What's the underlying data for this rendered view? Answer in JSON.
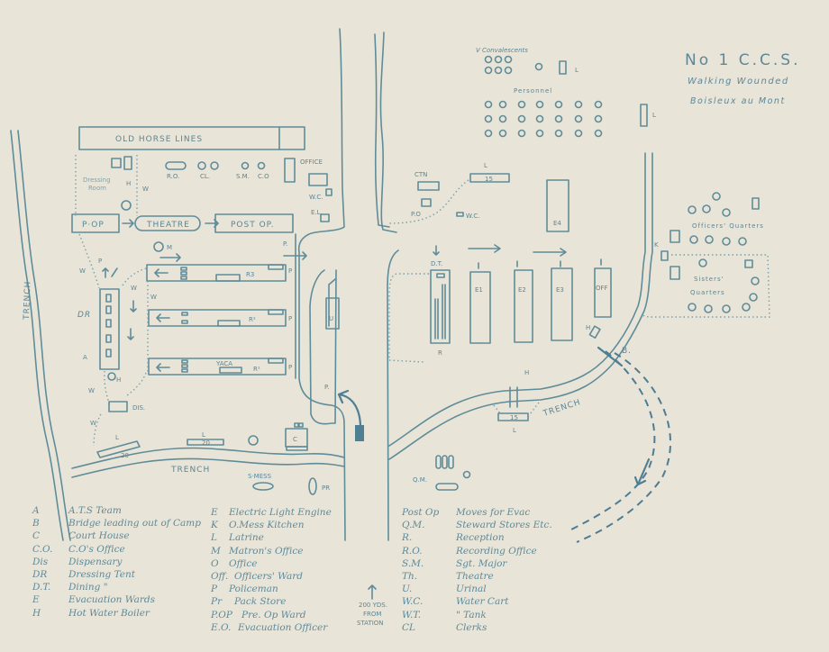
{
  "title": {
    "line1": "No 1 C.C.S.",
    "line2": "Walking Wounded",
    "line3": "Boisleux au Mont"
  },
  "colors": {
    "paper": "#e8e4d8",
    "ink": "#5f8c99",
    "ink_dark": "#4d7c93"
  },
  "map_labels": {
    "v_convalescents": "V Convalescents",
    "personnel": "Personnel",
    "officers_quarters": "Officers' Quarters",
    "sisters_quarters_1": "Sisters'",
    "sisters_quarters_2": "Quarters",
    "old_horse_lines": "OLD HORSE LINES",
    "theatre": "THEATRE",
    "post_op": "POST OP.",
    "pre_op": "P·OP",
    "dressing_room_1": "Dressing",
    "dressing_room_2": "Room",
    "h": "H",
    "w": "W",
    "ro": "R.O.",
    "cl": "CL.",
    "sm": "S.M.",
    "co": "C.O",
    "office": "OFFICE",
    "wc": "W.C.",
    "el": "E.L.",
    "m": "M",
    "p": "P",
    "p_dot": "P.",
    "r1": "R¹",
    "r2": "R²",
    "r3": "R3",
    "yaca": "YACA",
    "dr": "DR",
    "a": "A",
    "dis": "DIS.",
    "trench": "TRENCH",
    "l": "L",
    "c": "C",
    "s_mess": "S·MESS",
    "pr": "PR",
    "ctn": "CTN",
    "po": "P.O",
    "wc2": "W.C.",
    "e1": "E1",
    "e2": "E2",
    "e3": "E3",
    "e4": "E4",
    "off": "OFF",
    "dt": "D.T.",
    "k": "K",
    "b": "B.",
    "qm": "Q.M.",
    "u": "U",
    "count_15": "15",
    "count_20": "20",
    "from_station_1": "200 YDS.",
    "from_station_2": "FROM",
    "from_station_3": "STATION"
  },
  "legend_left": [
    {
      "key": "A",
      "value": "A.T.S Team"
    },
    {
      "key": "B",
      "value": "Bridge leading out of Camp"
    },
    {
      "key": "C",
      "value": "Court House"
    },
    {
      "key": "C.O.",
      "value": "C.O's Office"
    },
    {
      "key": "Dis",
      "value": "Dispensary"
    },
    {
      "key": "DR",
      "value": "Dressing Tent"
    },
    {
      "key": "D.T.",
      "value": "Dining \""
    },
    {
      "key": "E",
      "value": "Evacuation Wards"
    },
    {
      "key": "H",
      "value": "Hot Water Boiler"
    }
  ],
  "legend_middle": [
    {
      "key": "E",
      "value": "Electric Light Engine"
    },
    {
      "key": "K",
      "value": "O.Mess Kitchen"
    },
    {
      "key": "L",
      "value": "Latrine"
    },
    {
      "key": "M",
      "value": "Matron's Office"
    },
    {
      "key": "O",
      "value": "Office"
    },
    {
      "key": "Off.",
      "value": "Officers' Ward"
    },
    {
      "key": "P",
      "value": "Policeman"
    },
    {
      "key": "Pr",
      "value": "Pack Store"
    },
    {
      "key": "P.OP",
      "value": "Pre. Op Ward"
    },
    {
      "key": "E.O.",
      "value": "Evacuation Officer"
    }
  ],
  "legend_right": [
    {
      "key": "Post Op",
      "value": "Moves for Evac"
    },
    {
      "key": "Q.M.",
      "value": "Steward Stores Etc."
    },
    {
      "key": "R.",
      "value": "Reception"
    },
    {
      "key": "R.O.",
      "value": "Recording Office"
    },
    {
      "key": "S.M.",
      "value": "Sgt. Major"
    },
    {
      "key": "Th.",
      "value": "Theatre"
    },
    {
      "key": "U.",
      "value": "Urinal"
    },
    {
      "key": "W.C.",
      "value": "Water Cart"
    },
    {
      "key": "W.T.",
      "value": "\" Tank"
    },
    {
      "key": "CL",
      "value": "Clerks"
    }
  ]
}
